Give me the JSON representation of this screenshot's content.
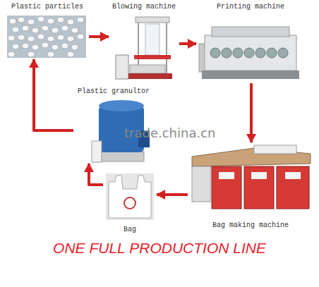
{
  "diagram": {
    "title": "ONE FULL PRODUCTION LINE",
    "nodes": [
      {
        "text": [
          "Plastic particles"
        ]
      },
      {
        "text": [
          "Blowing machine"
        ]
      },
      {
        "text": [
          "Printing machine"
        ]
      },
      {
        "text": [
          "Plastic granultor"
        ]
      },
      {
        "text": [
          "Bag making machine"
        ]
      },
      {
        "text": [
          "Bag"
        ]
      }
    ],
    "edges": [
      {
        "from": 0,
        "to": 1,
        "arrow": "to"
      },
      {
        "from": 1,
        "to": 2,
        "arrow": "to"
      },
      {
        "from": 2,
        "to": 4,
        "arrow": "to"
      },
      {
        "from": 4,
        "to": 5,
        "arrow": "to"
      },
      {
        "from": 5,
        "to": 3,
        "arrow": "to"
      },
      {
        "from": 3,
        "to": 0,
        "arrow": "to"
      }
    ],
    "labels": [
      "trade.china.cn"
    ]
  }
}
